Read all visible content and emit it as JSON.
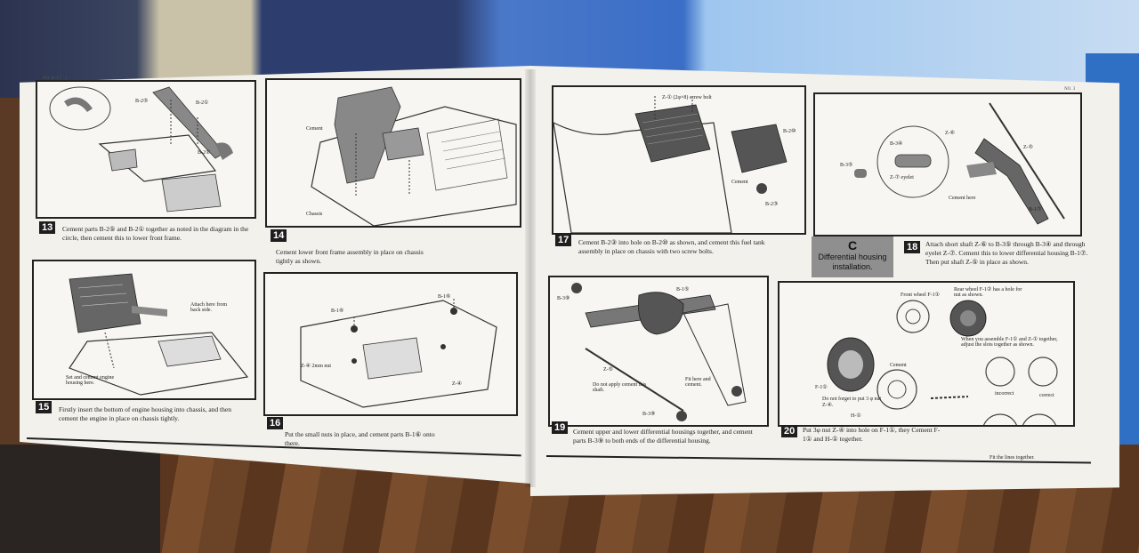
{
  "header": {
    "left_code": "NO. K-1 7 . 5",
    "right_code": "NO. 3"
  },
  "section": {
    "letter": "C",
    "title": "Differential housing installation."
  },
  "steps": [
    {
      "number": "13",
      "caption": "Cement parts B-2⑤ and B-2① together as noted in the diagram in the circle, then cement this to lower front frame.",
      "labels": [
        "B-2⑤",
        "B-2①",
        "B-2①"
      ]
    },
    {
      "number": "14",
      "caption": "Cement lower front frame assembly in place on chassis tightly as shown.",
      "labels": [
        "Cement",
        "Chassis"
      ]
    },
    {
      "number": "15",
      "caption": "Firstly insert the bottom of engine housing into chassis, and then cement the engine in place on chassis tightly.",
      "labels": [
        "Attach here from back side.",
        "Set and cement engine housing here."
      ]
    },
    {
      "number": "16",
      "caption": "Put the small nuts in place, and cement parts B-1⑥ onto there.",
      "labels": [
        "B-1⑥",
        "B-1⑥",
        "Z-④ 2mm nut",
        "Z-④"
      ]
    },
    {
      "number": "17",
      "caption": "Cement B-2③ into hole on B-2⑩ as shown, and cement this fuel tank assembly in place on chassis with two screw bolts.",
      "labels": [
        "Z-① (2φ×8) screw bolt",
        "B-2⑩",
        "Cement",
        "B-2③"
      ]
    },
    {
      "number": "18",
      "caption": "Attach short shaft Z-⑥ to B-3⑤ through B-3④ and through eyelet Z-⑦. Cement this to lower differential housing B-1⑦. Then put shaft Z-⑤ in place as shown.",
      "labels": [
        "Z-⑥",
        "B-3④",
        "Z-⑤",
        "B-3⑤",
        "Z-⑦ eyelet",
        "Cement here",
        "B-1⑦"
      ]
    },
    {
      "number": "19",
      "caption": "Cement upper and lower differential housings together, and cement parts B-3⑨ to both ends of the differential housing.",
      "labels": [
        "B-1⑤",
        "B-3⑨",
        "Z-⑤",
        "Do not apply cement this shaft.",
        "Fit here and cement.",
        "B-3⑨"
      ]
    },
    {
      "number": "20",
      "caption": "Put 3φ nut Z-④ into hole on F-1①, they Cement F-1① and H-① together.",
      "labels": [
        "Front wheel F-1①",
        "Rear wheel F-1② has a hole for nut as shown.",
        "When you assemble F-1① and Z-① together, adjust the slots together as shown.",
        "Cement",
        "F-1①",
        "Do not forget to put 3 φ nut Z-④.",
        "H-①",
        "incorrect",
        "correct",
        "Fit the lines together."
      ]
    }
  ]
}
